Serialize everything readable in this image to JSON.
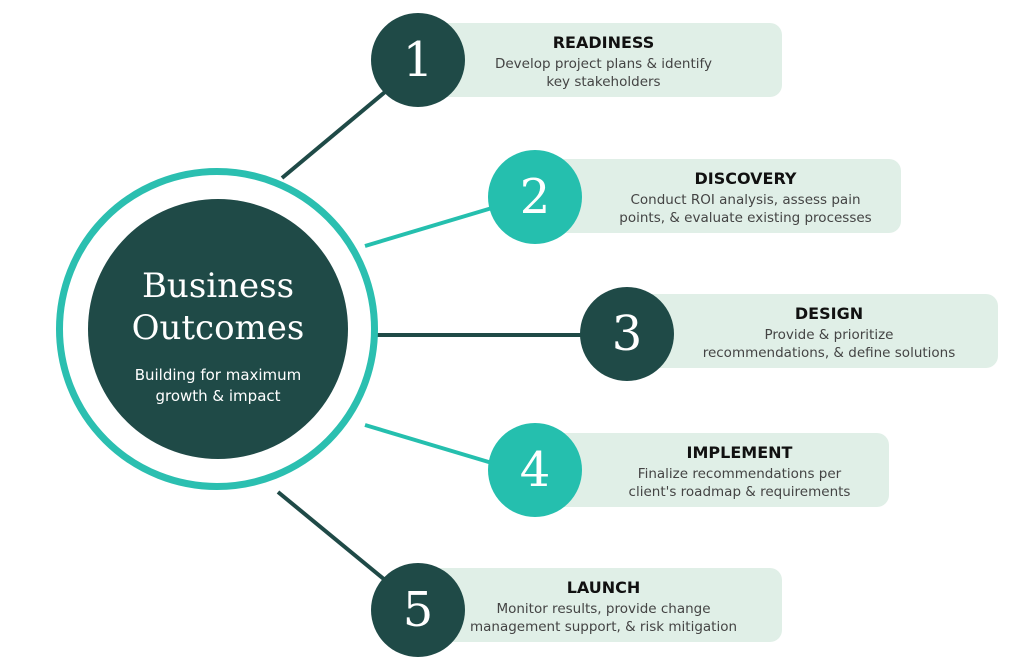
{
  "hub": {
    "title": "Business\nOutcomes",
    "subtitle": "Building for maximum\ngrowth & impact"
  },
  "colors": {
    "dark": "#1f4a47",
    "teal": "#25bfae",
    "box": "#e0efe7"
  },
  "steps": [
    {
      "number": "1",
      "title": "READINESS",
      "desc": "Develop project plans & identify\nkey stakeholders",
      "color": "dark"
    },
    {
      "number": "2",
      "title": "DISCOVERY",
      "desc": "Conduct ROI analysis, assess pain\npoints, & evaluate existing processes",
      "color": "teal"
    },
    {
      "number": "3",
      "title": "DESIGN",
      "desc": "Provide & prioritize\nrecommendations, & define solutions",
      "color": "dark"
    },
    {
      "number": "4",
      "title": "IMPLEMENT",
      "desc": "Finalize recommendations per\nclient's roadmap & requirements",
      "color": "teal"
    },
    {
      "number": "5",
      "title": "LAUNCH",
      "desc": "Monitor results, provide change\nmanagement support, & risk mitigation",
      "color": "dark"
    }
  ]
}
